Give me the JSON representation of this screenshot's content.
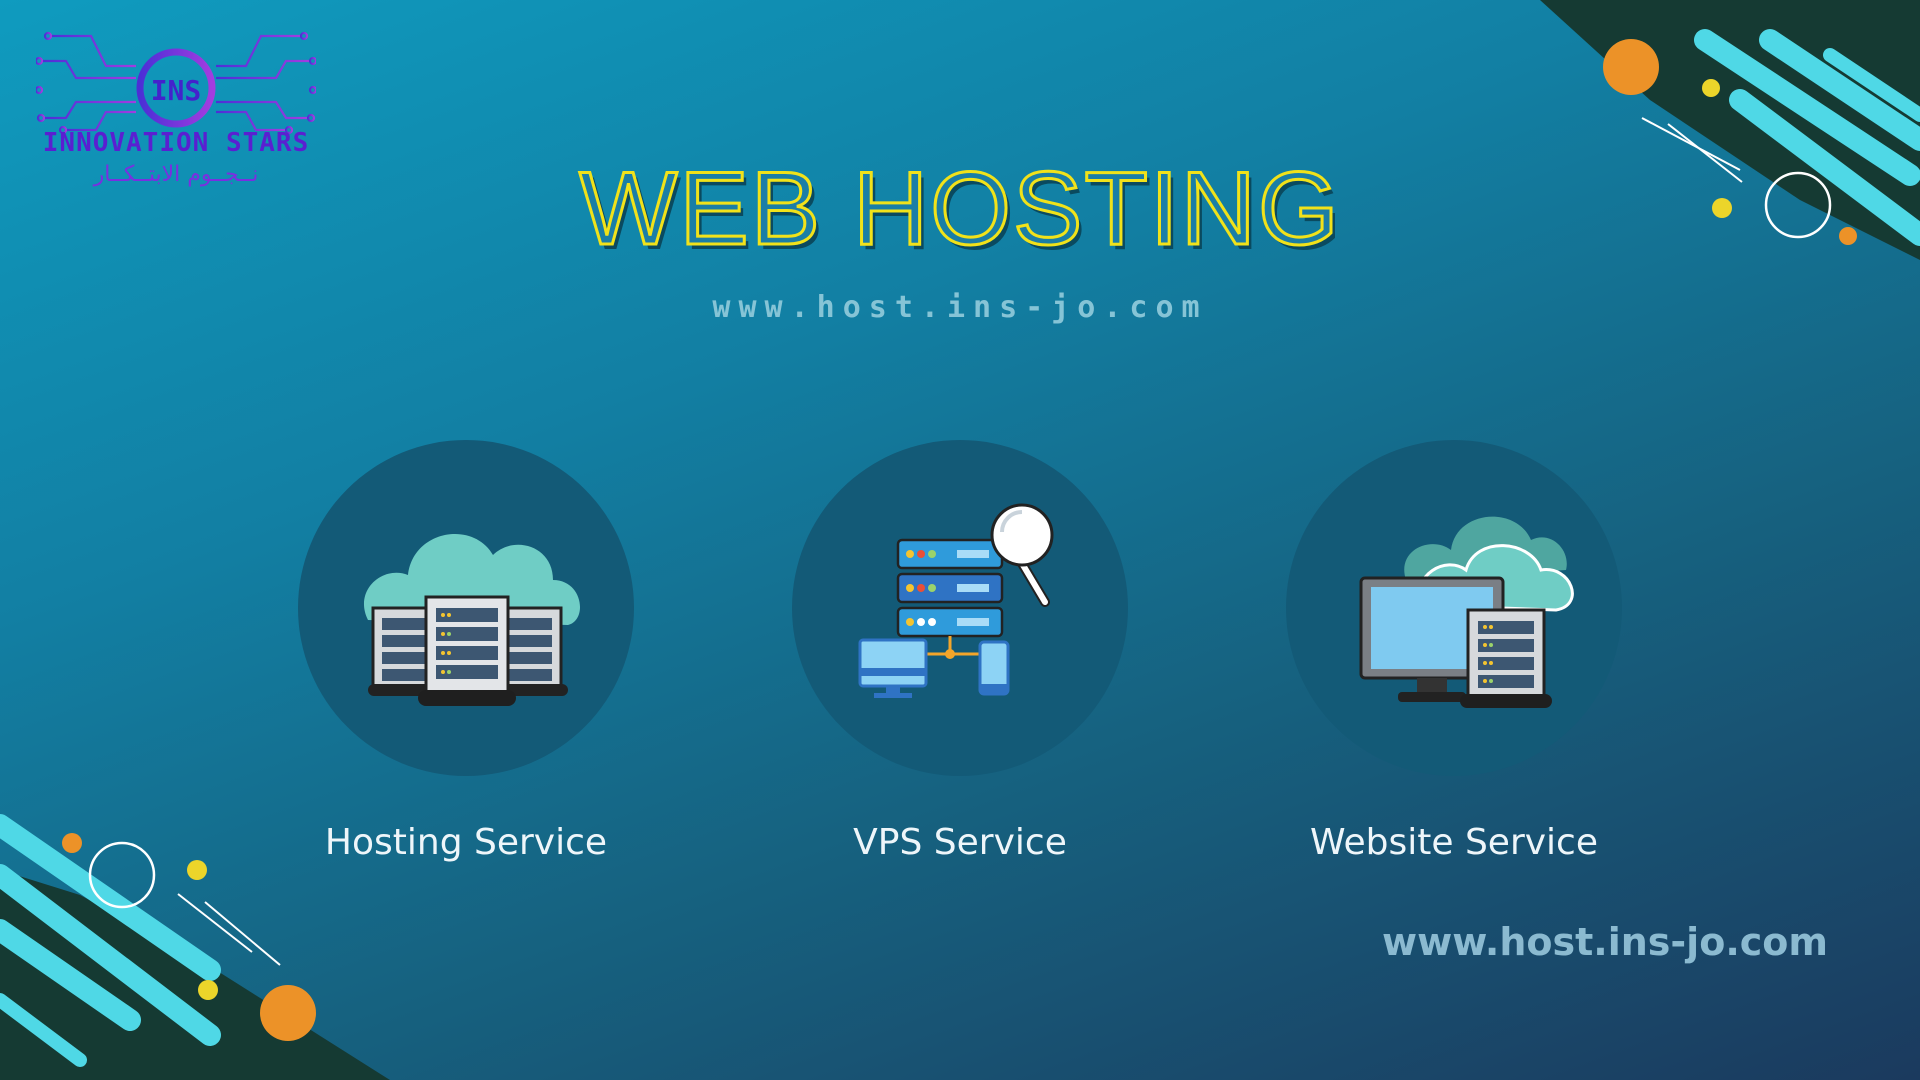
{
  "logo": {
    "monogram": "INS",
    "name": "INNOVATION STARS",
    "arabic": "نــجــوم الابتــكــار"
  },
  "title": "WEB HOSTING",
  "url_top": "www.host.ins-jo.com",
  "services": [
    {
      "label": "Hosting Service",
      "icon": "cloud-server-rack-icon"
    },
    {
      "label": "VPS Service",
      "icon": "server-magnifier-network-icon"
    },
    {
      "label": "Website Service",
      "icon": "monitor-cloud-server-icon"
    }
  ],
  "url_bottom": "www.host.ins-jo.com",
  "colors": {
    "title_stroke": "#f1e21a",
    "accent_cyan": "#4fd8e6",
    "accent_orange": "#ec9228",
    "accent_yellow": "#ecd52a",
    "dark_band": "#153a33"
  }
}
